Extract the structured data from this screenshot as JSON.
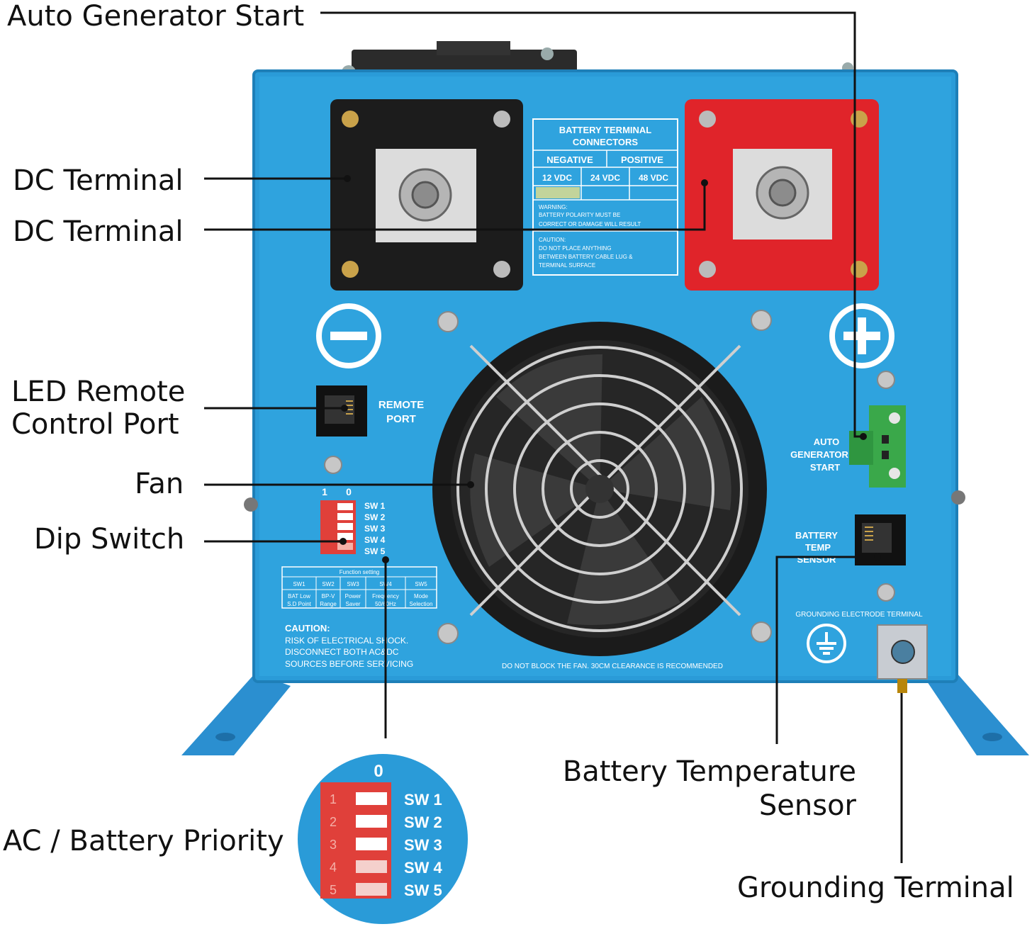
{
  "callouts": {
    "auto_gen_start": "Auto Generator Start",
    "dc_terminal_1": "DC Terminal",
    "dc_terminal_2": "DC Terminal",
    "led_remote_1": "LED Remote",
    "led_remote_2": "Control Port",
    "fan": "Fan",
    "dip_switch": "Dip Switch",
    "ac_battery_priority": "AC / Battery Priority",
    "battery_temp_1": "Battery Temperature",
    "battery_temp_2": "Sensor",
    "grounding_terminal": "Grounding Terminal"
  },
  "panel": {
    "label_title_1": "BATTERY TERMINAL",
    "label_title_2": "CONNECTORS",
    "negative": "NEGATIVE",
    "positive": "POSITIVE",
    "v12": "12 VDC",
    "v24": "24 VDC",
    "v48": "48 VDC",
    "warning_1": "WARNING:",
    "warning_2": "BATTERY POLARITY MUST BE",
    "warning_3": "CORRECT OR DAMAGE WILL RESULT",
    "caution_1": "CAUTION:",
    "caution_2": "DO NOT PLACE ANYTHING",
    "caution_3": "BETWEEN BATTERY CABLE LUG &",
    "caution_4": "TERMINAL SURFACE",
    "remote_1": "REMOTE",
    "remote_2": "PORT",
    "auto_1": "AUTO",
    "auto_2": "GENERATOR",
    "auto_3": "START",
    "bt_1": "BATTERY",
    "bt_2": "TEMP",
    "bt_3": "SENSOR",
    "ground_label": "GROUNDING ELECTRODE TERMINAL",
    "caution_b1": "CAUTION:",
    "caution_b2": "RISK OF ELECTRICAL SHOCK.",
    "caution_b3": "DISCONNECT BOTH AC&DC",
    "caution_b4": "SOURCES BEFORE SERVICING",
    "fan_note": "DO NOT BLOCK THE FAN. 30CM CLEARANCE IS RECOMMENDED",
    "dip_1": "1",
    "dip_0": "0",
    "sw": [
      "SW 1",
      "SW 2",
      "SW 3",
      "SW 4",
      "SW 5"
    ],
    "func_title": "Function setting",
    "func_cols": [
      "SW1",
      "SW2",
      "SW3",
      "SW4",
      "SW5"
    ],
    "func_rows_1": [
      "BAT Low",
      "BP-V",
      "Power",
      "Frequency",
      "Mode"
    ],
    "func_rows_2": [
      "S.D Point",
      "Range",
      "Saver",
      "50/60Hz",
      "Selection"
    ]
  },
  "zoom": {
    "zero": "0",
    "sw": [
      "SW 1",
      "SW 2",
      "SW 3",
      "SW 4",
      "SW 5"
    ]
  },
  "colors": {
    "panel_blue": "#2a9bd8",
    "negative_black": "#1a1a1a",
    "positive_red": "#e0242a",
    "terminal_green": "#3aa84a"
  }
}
